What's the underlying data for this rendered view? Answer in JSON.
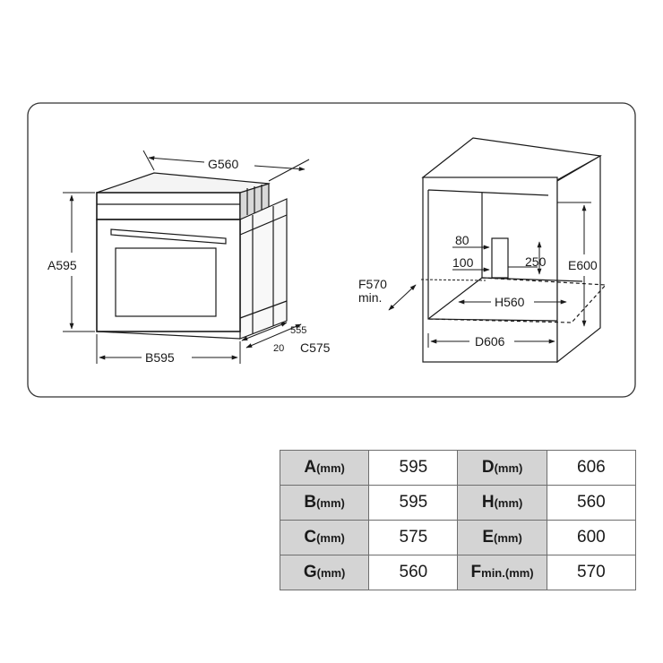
{
  "diagram": {
    "oven": {
      "g_label": "G560",
      "a_label": "A595",
      "b_label": "B595",
      "c_label": "C575",
      "depth_label": "555",
      "offset_label": "20"
    },
    "cabinet": {
      "e_label": "E600",
      "d_label": "D606",
      "h_label": "H560",
      "f_label_line1": "F570",
      "f_label_line2": "min.",
      "vent_width_label": "80",
      "vent_height_label": "250",
      "vent_offset_label": "100"
    }
  },
  "table": {
    "rows": [
      {
        "left_letter": "A",
        "left_unit": "(mm)",
        "left_value": "595",
        "right_letter": "D",
        "right_unit": "(mm)",
        "right_value": "606"
      },
      {
        "left_letter": "B",
        "left_unit": "(mm)",
        "left_value": "595",
        "right_letter": "H",
        "right_unit": "(mm)",
        "right_value": "560"
      },
      {
        "left_letter": "C",
        "left_unit": "(mm)",
        "left_value": "575",
        "right_letter": "E",
        "right_unit": "(mm)",
        "right_value": "600"
      },
      {
        "left_letter": "G",
        "left_unit": "(mm)",
        "left_value": "560",
        "right_letter": "F",
        "right_unit": "min.(mm)",
        "right_value": "570"
      }
    ]
  }
}
